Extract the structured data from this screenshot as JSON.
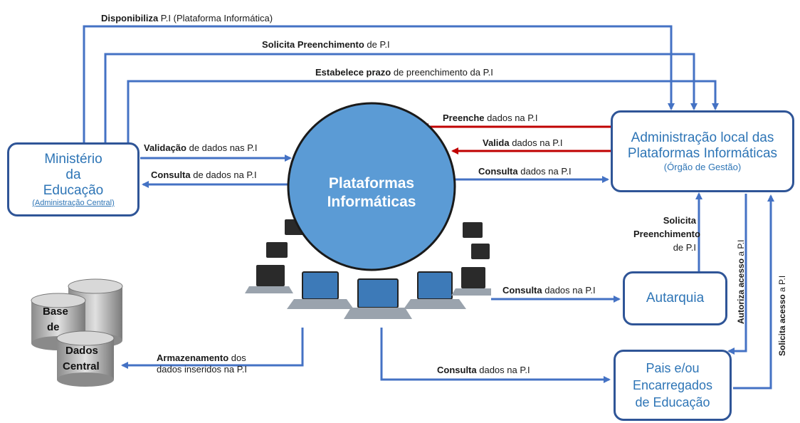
{
  "top_labels": {
    "disponibiliza": {
      "bold": "Disponibiliza",
      "rest": " P.I (Plataforma Informática)"
    },
    "solicita": {
      "bold": "Solicita Preenchimento",
      "rest": " de P.I"
    },
    "estabelece": {
      "bold": "Estabelece prazo",
      "rest": " de preenchimento da  P.I"
    }
  },
  "ministerio": {
    "line1": "Ministério",
    "line2": "da",
    "line3": "Educação",
    "sub": "(Administração Central)"
  },
  "admin_local": {
    "line1": "Administração local das",
    "line2": "Plataformas Informáticas",
    "sub": "(Órgão de Gestão)"
  },
  "plataformas": {
    "line1": "Plataformas",
    "line2": "Informáticas"
  },
  "autarquia": {
    "label": "Autarquia"
  },
  "pais": {
    "line1": "Pais e/ou",
    "line2": "Encarregados",
    "line3": "de Educação"
  },
  "base_dados": {
    "line1": "Base",
    "line2": "de",
    "line3": "Dados",
    "line4": "Central"
  },
  "arrow_labels": {
    "preenche": {
      "bold": "Preenche",
      "rest": " dados na P.I"
    },
    "valida": {
      "bold": "Valida",
      "rest": " dados na P.I"
    },
    "consulta_admin": {
      "bold": "Consulta",
      "rest": " dados na P.I"
    },
    "validacao": {
      "bold": "Validação",
      "rest": " de dados nas P.I"
    },
    "consulta_min": {
      "bold": "Consulta",
      "rest": " de dados na P.I"
    },
    "consulta_aut": {
      "bold": "Consulta",
      "rest": " dados na P.I"
    },
    "consulta_pais": {
      "bold": "Consulta",
      "rest": " dados na P.I"
    },
    "armazenamento": {
      "bold": "Armazenamento",
      "rest": " dos",
      "line2": "dados inseridos na P.I"
    },
    "solicita_aut": {
      "line1": "Solicita",
      "line2": "Preenchimento",
      "line3": "de P.I"
    },
    "autoriza": {
      "bold": "Autoriza acesso",
      "rest": " a P.I"
    },
    "solicita_acesso": {
      "bold": "Solicita acesso",
      "rest": " a P.I"
    }
  },
  "colors": {
    "blue_arrow": "#4472c4",
    "red_arrow": "#c00000",
    "box_border": "#2f5597",
    "box_text": "#2e75b6",
    "circle_fill": "#5b9bd5"
  },
  "icons": [
    "laptop-network-image",
    "database-icon"
  ]
}
